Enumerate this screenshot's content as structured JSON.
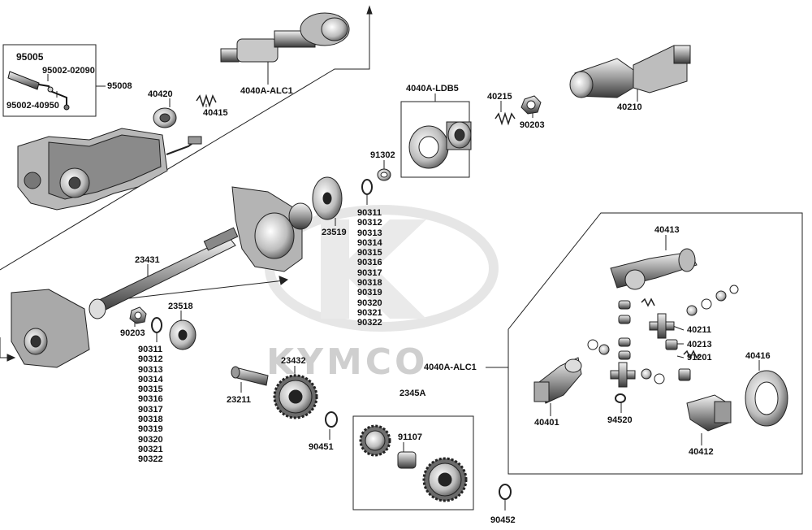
{
  "watermark": "KYMCO",
  "labels": {
    "p95005": "95005",
    "p95002_02090": "95002-02090",
    "p95002_40950": "95002-40950",
    "p95008": "95008",
    "p40420": "40420",
    "p40415": "40415",
    "p4040a_alc1_top": "4040A-ALC1",
    "p4040a_ldb5": "4040A-LDB5",
    "p40215": "40215",
    "p90203_top": "90203",
    "p40210": "40210",
    "p91302": "91302",
    "p23519": "23519",
    "p23431": "23431",
    "p23518": "23518",
    "p90203_left": "90203",
    "p23432": "23432",
    "p23211": "23211",
    "p90451": "90451",
    "p2345a": "2345A",
    "p91107": "91107",
    "p90452": "90452",
    "p4040a_alc1_mid": "4040A-ALC1",
    "p40413": "40413",
    "p40211": "40211",
    "p40213": "40213",
    "p91201": "91201",
    "p40416": "40416",
    "p40401": "40401",
    "p94520": "94520",
    "p40412": "40412"
  },
  "shim_list_upper": [
    "90311",
    "90312",
    "90313",
    "90314",
    "90315",
    "90316",
    "90317",
    "90318",
    "90319",
    "90320",
    "90321",
    "90322"
  ],
  "shim_list_lower": [
    "90311",
    "90312",
    "90313",
    "90314",
    "90315",
    "90316",
    "90317",
    "90318",
    "90319",
    "90320",
    "90321",
    "90322"
  ]
}
